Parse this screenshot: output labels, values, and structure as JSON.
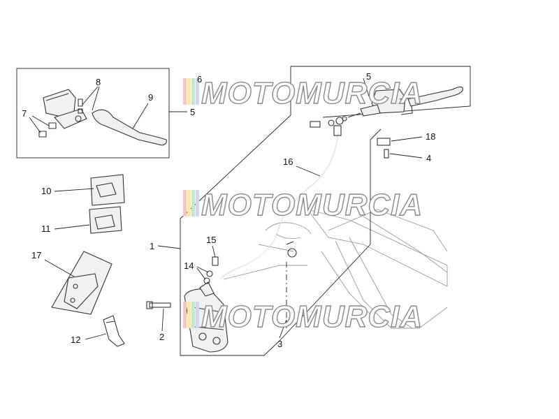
{
  "watermark": {
    "text": "MOTOMURCIA",
    "stripe_colors": [
      "#f4c7c3",
      "#fbe7a6",
      "#c8e6c9",
      "#cfd8f0"
    ]
  },
  "callouts": [
    {
      "id": "c8",
      "label": "8"
    },
    {
      "id": "c9",
      "label": "9"
    },
    {
      "id": "c7",
      "label": "7"
    },
    {
      "id": "c5a",
      "label": "5"
    },
    {
      "id": "c6",
      "label": "6"
    },
    {
      "id": "c5b",
      "label": "5"
    },
    {
      "id": "c18",
      "label": "18"
    },
    {
      "id": "c4",
      "label": "4"
    },
    {
      "id": "c16",
      "label": "16"
    },
    {
      "id": "c10",
      "label": "10"
    },
    {
      "id": "c11",
      "label": "11"
    },
    {
      "id": "c1",
      "label": "1"
    },
    {
      "id": "c15",
      "label": "15"
    },
    {
      "id": "c17",
      "label": "17"
    },
    {
      "id": "c14",
      "label": "14"
    },
    {
      "id": "c2",
      "label": "2"
    },
    {
      "id": "c3",
      "label": "3"
    },
    {
      "id": "c12",
      "label": "12"
    }
  ]
}
